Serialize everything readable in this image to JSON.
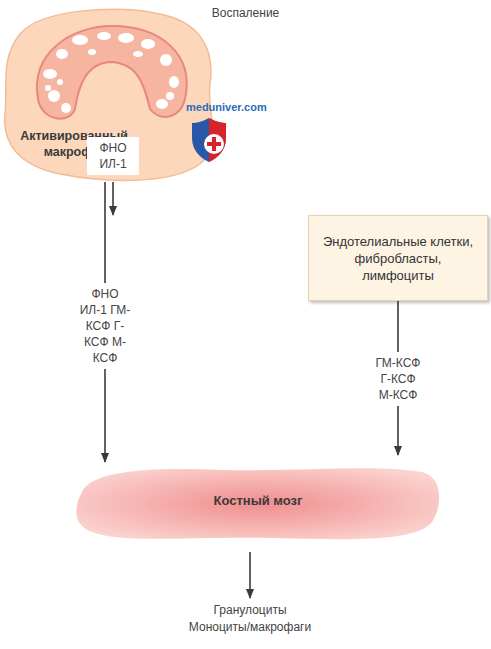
{
  "diagram": {
    "title": "Воспаление",
    "nodes": [
      {
        "text": [
          "Активированный макрофаг"
        ]
      },
      {
        "text": [
          "Эндотелиальные клетки, фибробласты, лимфоциты"
        ]
      },
      {
        "text": [
          "Костный мозг"
        ]
      }
    ],
    "edges": [
      {
        "from": 0,
        "to": 1,
        "arrow": "to",
        "label": "ФНО ИЛ-1"
      },
      {
        "from": 0,
        "to": 2,
        "arrow": "to",
        "label": "ФНО ИЛ-1 ГМ-КСФ Г-КСФ М-КСФ"
      },
      {
        "from": 1,
        "to": 2,
        "arrow": "to",
        "label": "ГМ-КСФ Г-КСФ М-КСФ"
      }
    ],
    "labels": [
      "meduniver.com",
      "Гранулоциты",
      "Моноциты/макрофаги"
    ]
  }
}
